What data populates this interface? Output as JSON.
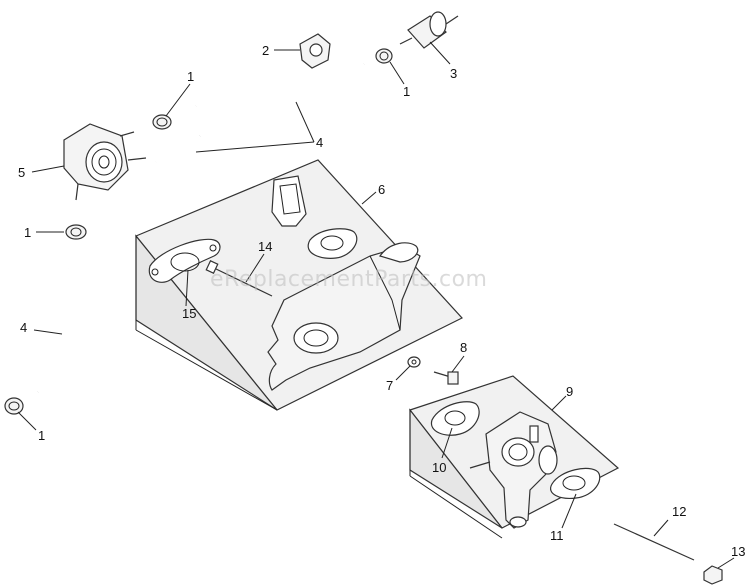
{
  "watermark": "eReplacementParts.com",
  "callouts": {
    "c1a": "1",
    "c1b": "1",
    "c1c": "1",
    "c1d": "1",
    "c2": "2",
    "c3": "3",
    "c4a": "4",
    "c4b": "4",
    "c5": "5",
    "c6": "6",
    "c7": "7",
    "c8": "8",
    "c9": "9",
    "c10": "10",
    "c11": "11",
    "c12": "12",
    "c13": "13",
    "c14": "14",
    "c15": "15"
  }
}
